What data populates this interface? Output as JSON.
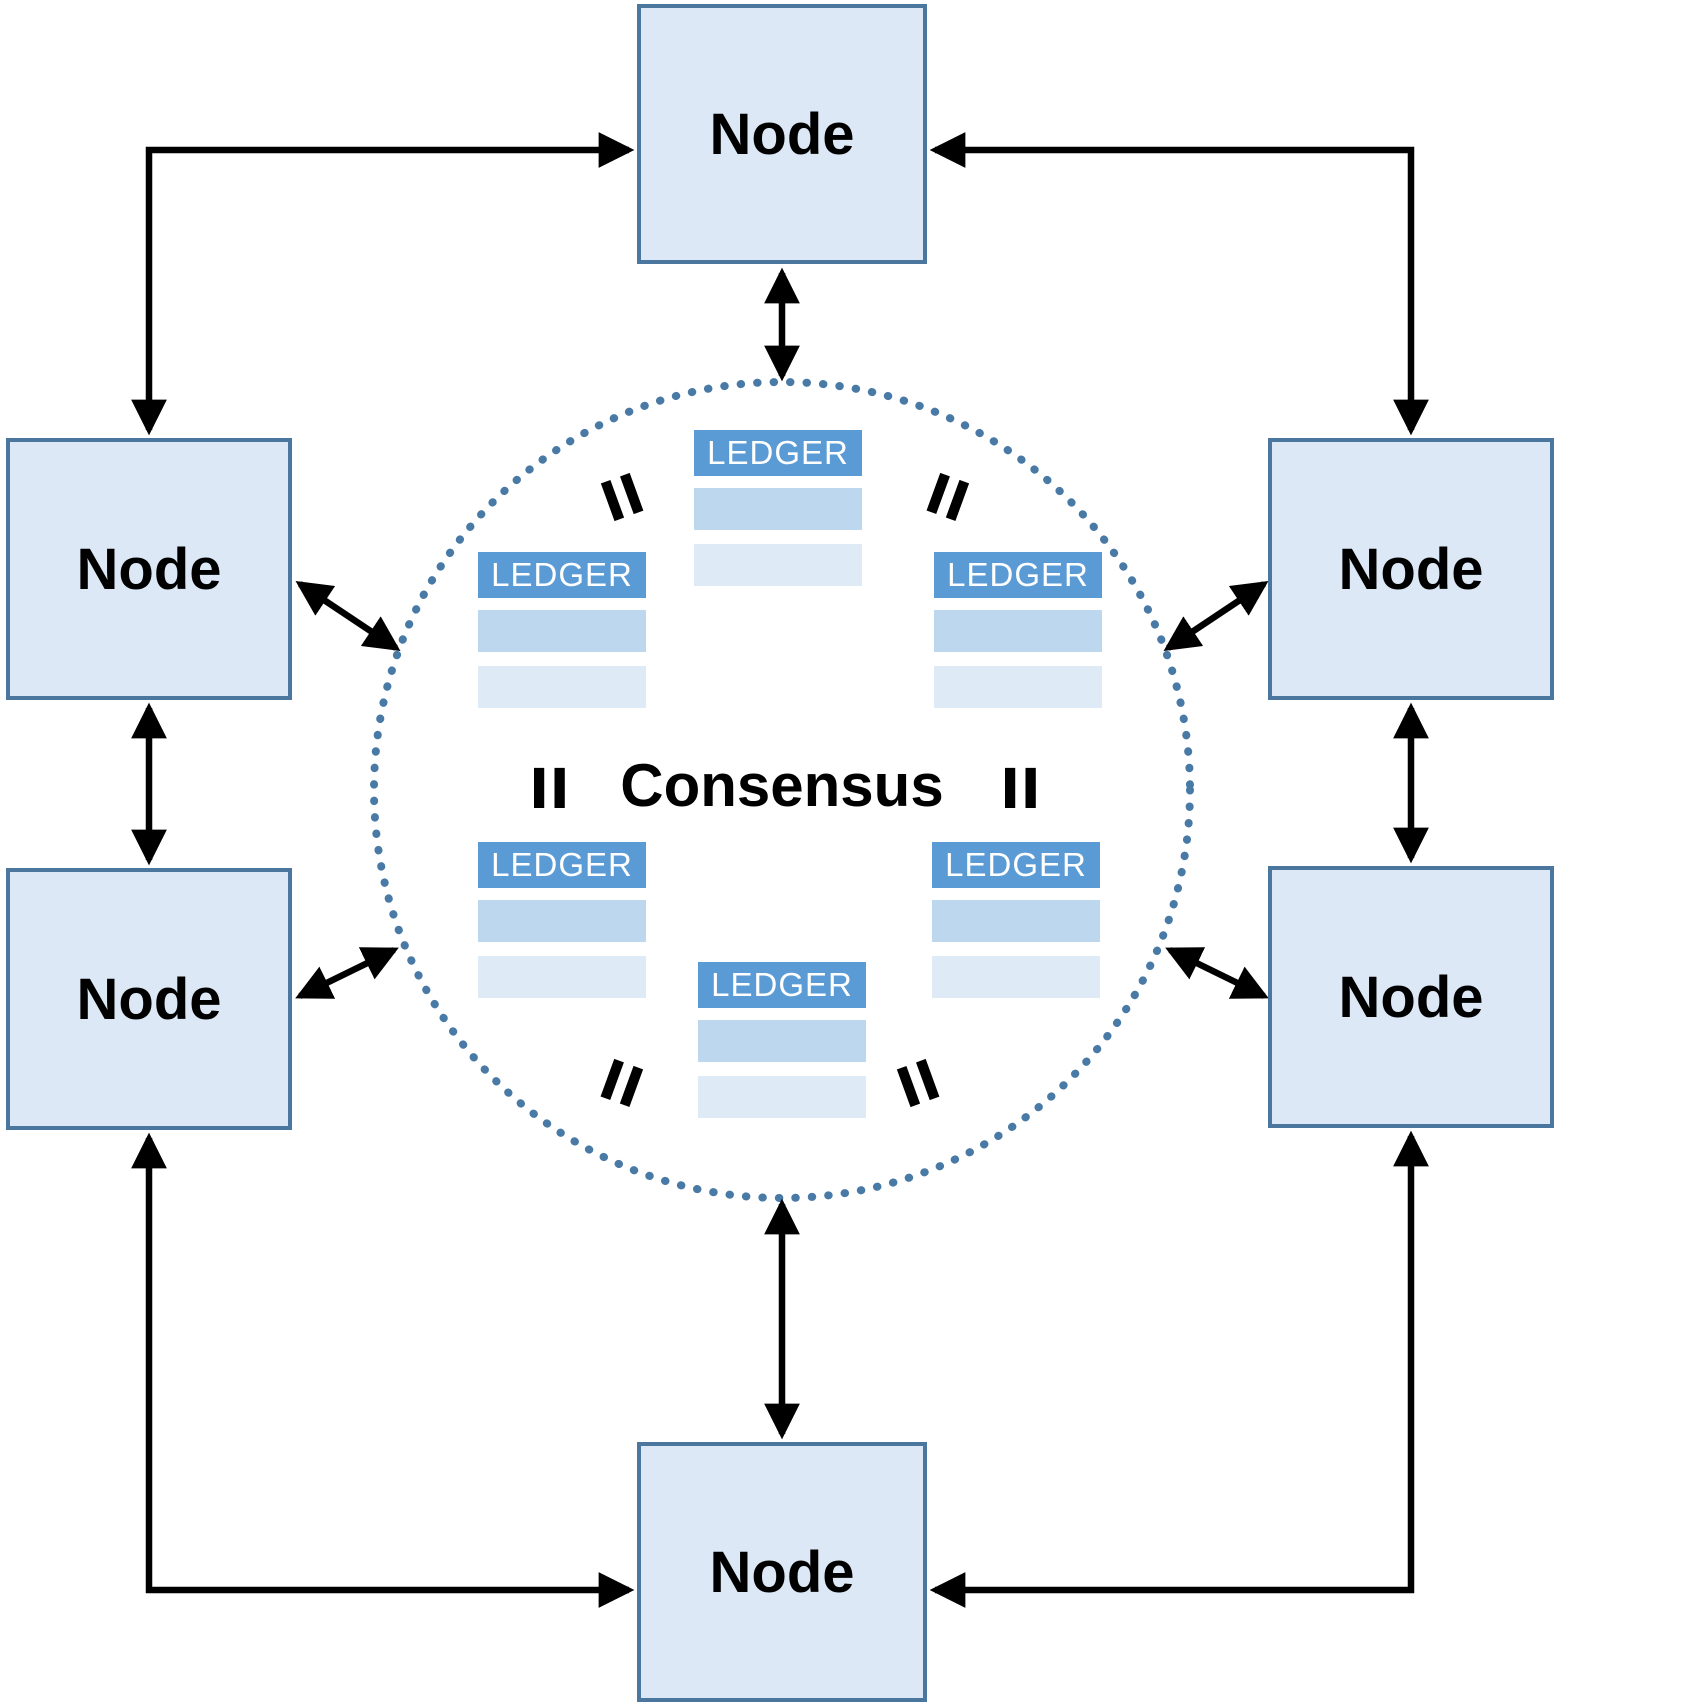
{
  "nodes": [
    {
      "id": "top",
      "label": "Node"
    },
    {
      "id": "upper-left",
      "label": "Node"
    },
    {
      "id": "upper-right",
      "label": "Node"
    },
    {
      "id": "lower-left",
      "label": "Node"
    },
    {
      "id": "lower-right",
      "label": "Node"
    },
    {
      "id": "bottom",
      "label": "Node"
    }
  ],
  "center": {
    "label": "Consensus",
    "ledger_label": "LEDGER",
    "equals_symbol": "="
  },
  "colors": {
    "node_fill": "#dce8f5",
    "node_border": "#4b769e",
    "ledger_header": "#5b9bd5",
    "ledger_row_medium": "#bdd7ee",
    "ledger_row_light": "#deebf7",
    "circle_dots": "#497aa6",
    "arrow": "#000000",
    "text": "#000000"
  }
}
